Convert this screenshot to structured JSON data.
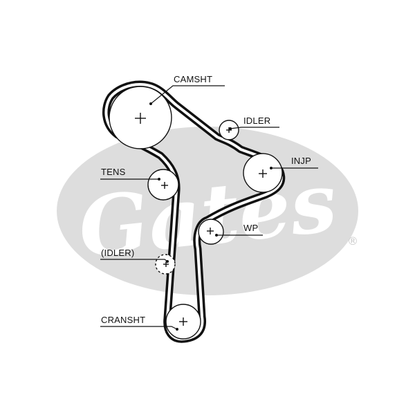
{
  "colors": {
    "belt": "#111111",
    "ink": "#111111",
    "watermark": "#dddddd",
    "background": "#ffffff"
  },
  "watermark": {
    "brand": "Gates",
    "registered_mark": "®"
  },
  "labels": {
    "camsht": "CAMSHT",
    "idler": "IDLER",
    "injp": "INJP",
    "tens": "TENS",
    "wp": "WP",
    "idler_optional": "(IDLER)",
    "cransht": "CRANSHT"
  }
}
